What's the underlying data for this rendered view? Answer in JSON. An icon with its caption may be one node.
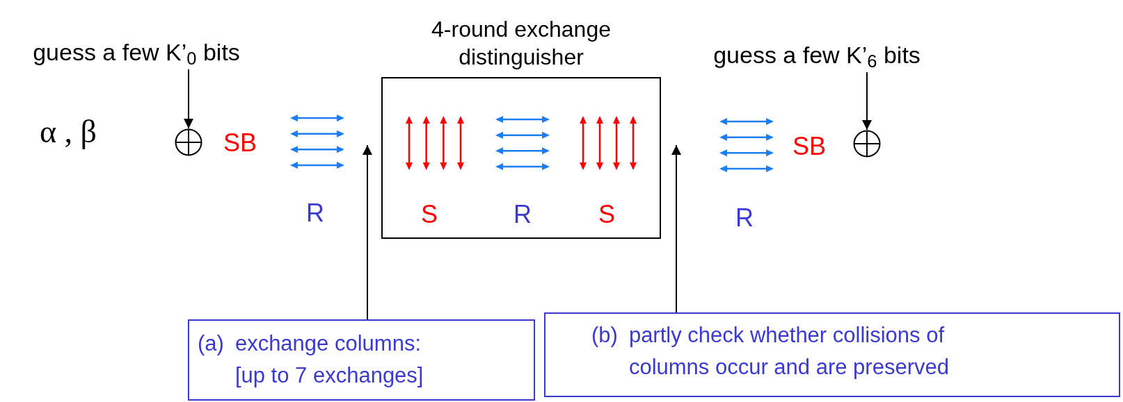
{
  "diagram": {
    "nodes": [
      {
        "text": [
          "guess a few K’$_{0}$ bits"
        ]
      },
      {
        "text": [],
        "shape": "circle"
      },
      {
        "text": [
          "4-round exchange distinguisher"
        ]
      },
      {
        "text": [
          "guess a few K’$_{6}$ bits"
        ]
      },
      {
        "text": [],
        "shape": "circle"
      },
      {
        "text": [
          "(a)",
          "exchange columns: [up to 7 exchanges]"
        ]
      },
      {
        "text": [
          "(b)",
          "partly check whether collisions of columns occur and are preserved"
        ]
      }
    ],
    "edges": [
      {
        "from": 0,
        "to": 1,
        "arrow": "to"
      },
      {
        "from": 3,
        "to": 4,
        "arrow": "to"
      },
      {
        "from": 5,
        "to": 2,
        "arrow": "to"
      },
      {
        "from": 6,
        "to": 2,
        "arrow": "to"
      }
    ],
    "labels": [
      "α , β",
      "SB",
      "R",
      "S",
      "R",
      "S",
      "R",
      "SB"
    ]
  }
}
